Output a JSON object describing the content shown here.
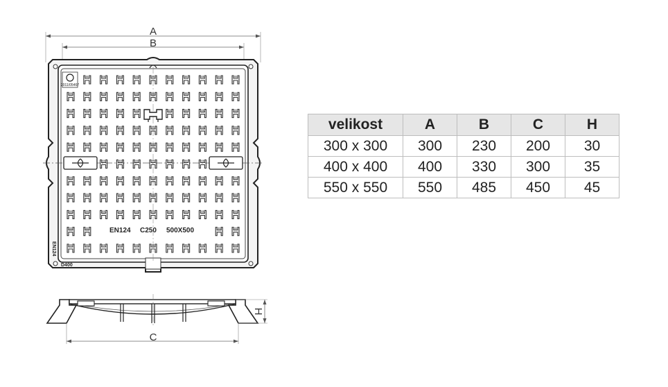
{
  "drawing": {
    "dimensions": {
      "a": "A",
      "b": "B",
      "c": "C",
      "h": "H"
    },
    "embossing": {
      "standard": "EN124",
      "load_class": "C250",
      "size": "500X500",
      "side_class": "D400",
      "side_standard": "EN124",
      "tiny_code": "2011/05467"
    }
  },
  "table": {
    "headers": [
      "velikost",
      "A",
      "B",
      "C",
      "H"
    ],
    "rows": [
      [
        "300 x 300",
        "300",
        "230",
        "200",
        "30"
      ],
      [
        "400 x 400",
        "400",
        "330",
        "300",
        "35"
      ],
      [
        "550 x 550",
        "550",
        "485",
        "450",
        "45"
      ]
    ]
  }
}
